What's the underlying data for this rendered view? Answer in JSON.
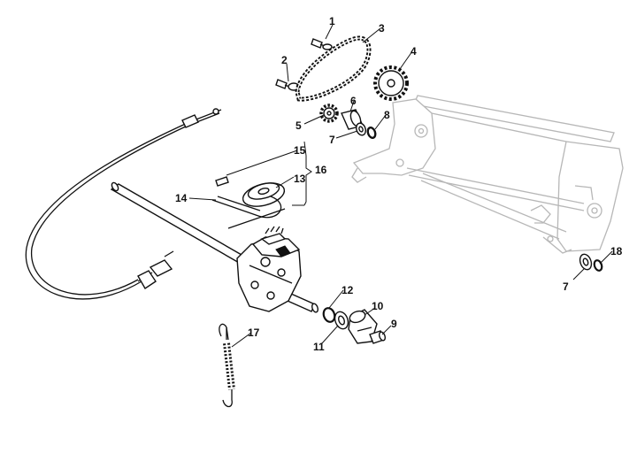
{
  "callouts": [
    {
      "id": "1",
      "text": "1"
    },
    {
      "id": "2",
      "text": "2"
    },
    {
      "id": "3",
      "text": "3"
    },
    {
      "id": "4",
      "text": "4"
    },
    {
      "id": "5",
      "text": "5"
    },
    {
      "id": "6",
      "text": "6"
    },
    {
      "id": "7a",
      "text": "7"
    },
    {
      "id": "7b",
      "text": "7"
    },
    {
      "id": "8",
      "text": "8"
    },
    {
      "id": "9",
      "text": "9"
    },
    {
      "id": "10",
      "text": "10"
    },
    {
      "id": "11",
      "text": "11"
    },
    {
      "id": "12",
      "text": "12"
    },
    {
      "id": "13",
      "text": "13"
    },
    {
      "id": "14",
      "text": "14"
    },
    {
      "id": "15",
      "text": "15"
    },
    {
      "id": "16",
      "text": "16"
    },
    {
      "id": "17",
      "text": "17"
    },
    {
      "id": "18",
      "text": "18"
    }
  ]
}
